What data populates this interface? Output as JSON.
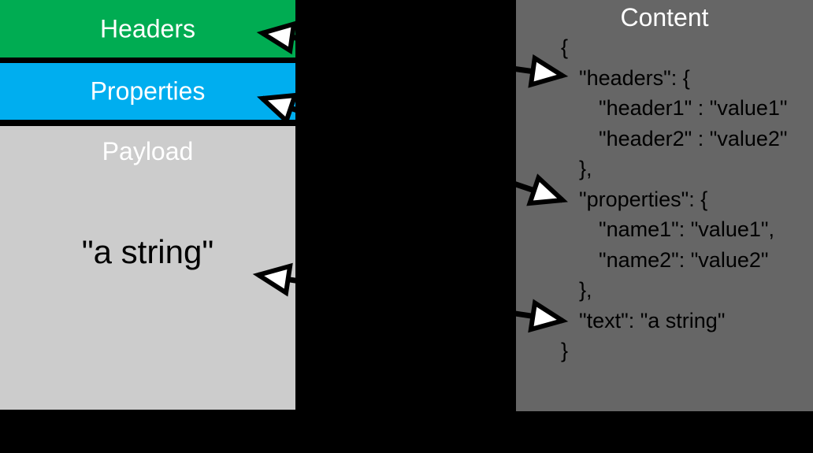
{
  "diagram": {
    "background": "#000000"
  },
  "message_box": {
    "sections": [
      {
        "label": "Headers",
        "color": "#00AC52",
        "text_color": "#FFFFFF"
      },
      {
        "label": "Properties",
        "color": "#00AEEF",
        "text_color": "#FFFFFF"
      },
      {
        "label": "Payload",
        "color": "#CCCCCC",
        "text_color": "#FFFFFF",
        "value": "\"a string\"",
        "value_color": "#000000"
      }
    ]
  },
  "content_box": {
    "title": "Content",
    "background": "#666666",
    "title_color": "#FFFFFF",
    "text_color": "#000000",
    "lines": [
      {
        "text": "{"
      },
      {
        "text": "\"headers\": {"
      },
      {
        "text": "\"header1\" : \"value1\""
      },
      {
        "text": "\"header2\" : \"value2\""
      },
      {
        "text": "},"
      },
      {
        "text": "\"properties\": {"
      },
      {
        "text": "\"name1\": \"value1\","
      },
      {
        "text": "\"name2\": \"value2\""
      },
      {
        "text": "},"
      },
      {
        "text": "\"text\": \"a string\""
      },
      {
        "text": "}"
      }
    ]
  },
  "arrows": {
    "line_color": "#000000",
    "head_fill": "#FFFFFF",
    "head_stroke": "#000000",
    "links": [
      {
        "from": "Headers",
        "to": "\"headers\""
      },
      {
        "from": "Properties",
        "to": "\"properties\""
      },
      {
        "from": "Payload",
        "to": "\"text\""
      }
    ]
  }
}
